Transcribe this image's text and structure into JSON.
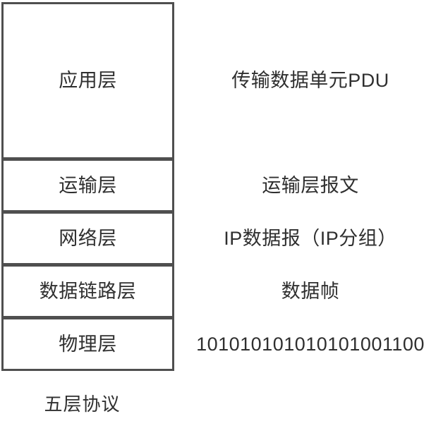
{
  "diagram": {
    "caption": "五层协议",
    "layers": [
      {
        "name": "应用层",
        "pdu": "传输数据单元PDU"
      },
      {
        "name": "运输层",
        "pdu": "运输层报文"
      },
      {
        "name": "网络层",
        "pdu": "IP数据报（IP分组）"
      },
      {
        "name": "数据链路层",
        "pdu": "数据帧"
      },
      {
        "name": "物理层",
        "pdu": "101010101010101001100"
      }
    ],
    "colors": {
      "border": "#4f4f4f",
      "text": "#2f2f2f",
      "background": "#ffffff"
    }
  }
}
